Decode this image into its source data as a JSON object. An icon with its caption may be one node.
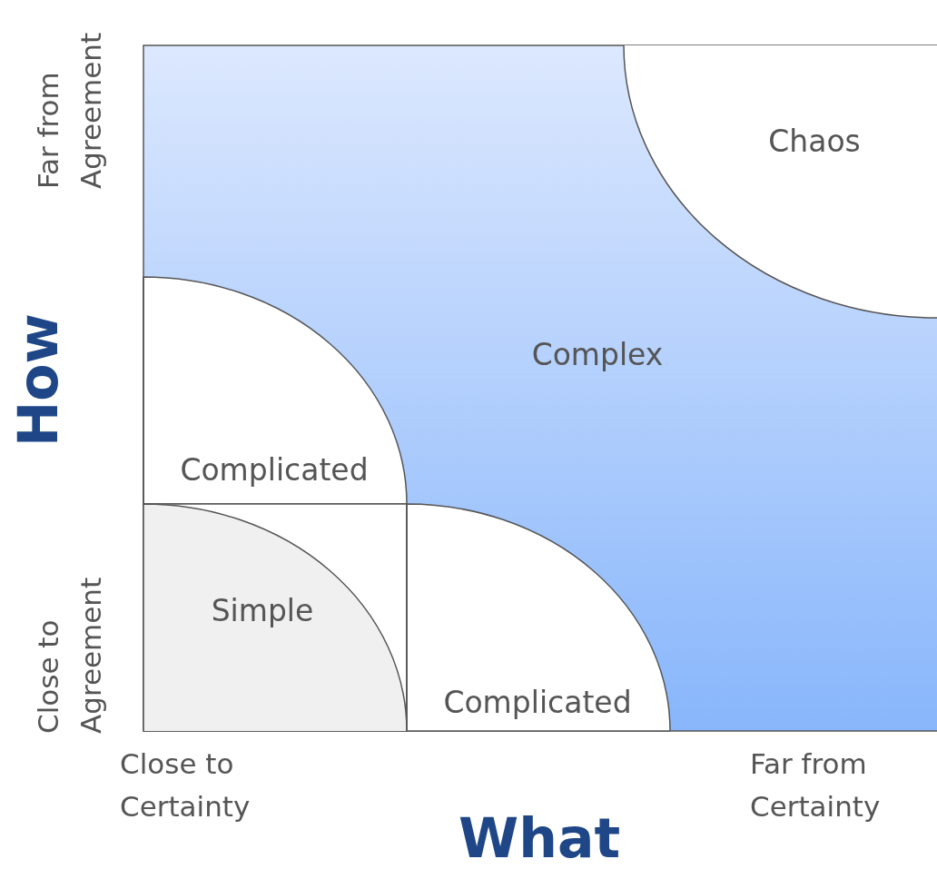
{
  "diagram": {
    "nodes": [
      {
        "text": [
          "Complex"
        ]
      },
      {
        "text": [
          "Chaos"
        ],
        "in": 0
      },
      {
        "text": [
          "Complicated"
        ],
        "in": 0
      },
      {
        "text": [
          "Simple"
        ],
        "in": 0
      },
      {
        "text": [
          "Complicated"
        ],
        "in": 0
      }
    ],
    "labels": [
      "Far from Agreement",
      "How",
      "Close to Agreement",
      "Close to Certainty",
      "What",
      "Far from Certainty"
    ]
  }
}
